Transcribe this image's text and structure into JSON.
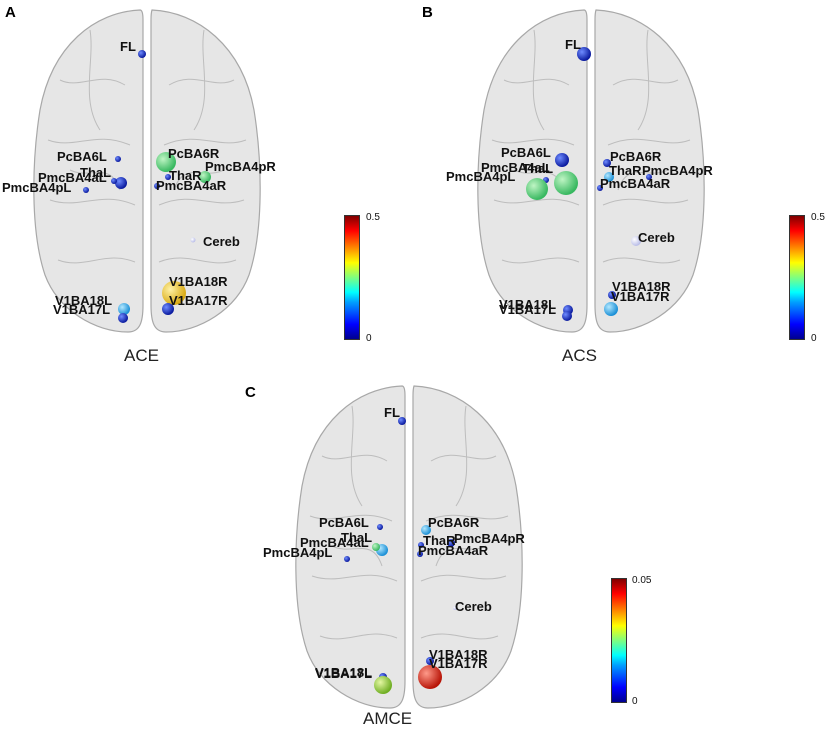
{
  "panels": {
    "A": {
      "letter": "A",
      "caption": "ACE",
      "colorbar": {
        "max": "0.5",
        "min": "0"
      },
      "labels": {
        "fl": "FL",
        "pcba6l": "PcBA6L",
        "pcba6r": "PcBA6R",
        "thal": "ThaL",
        "thar": "ThaR",
        "pmcba4al": "PmcBA4aL",
        "pmcba4pl": "PmcBA4pL",
        "pmcba4pr": "PmcBA4pR",
        "pmcba4ar": "PmcBA4aR",
        "cereb": "Cereb",
        "v1ba18r": "V1BA18R",
        "v1ba17r": "V1BA17R",
        "v1ba18l": "V1BA18L",
        "v1ba17l": "V1BA17L"
      }
    },
    "B": {
      "letter": "B",
      "caption": "ACS",
      "colorbar": {
        "max": "0.5",
        "min": "0"
      },
      "labels": {
        "fl": "FL",
        "pcba6l": "PcBA6L",
        "pcba6r": "PcBA6R",
        "thal": "ThaL",
        "thar": "ThaR",
        "pmcba4al": "PmcBA4aL",
        "pmcba4pl": "PmcBA4pL",
        "pmcba4pr": "PmcBA4pR",
        "pmcba4ar": "PmcBA4aR",
        "cereb": "Cereb",
        "v1ba18r": "V1BA18R",
        "v1ba17r": "V1BA17R",
        "v1ba18l": "V1BA18L",
        "v1ba17l": "V1BA17L"
      }
    },
    "C": {
      "letter": "C",
      "caption": "AMCE",
      "colorbar": {
        "max": "0.05",
        "min": "0"
      },
      "labels": {
        "fl": "FL",
        "pcba6l": "PcBA6L",
        "pcba6r": "PcBA6R",
        "thal": "ThaL",
        "thar": "ThaR",
        "pmcba4al": "PmcBA4aL",
        "pmcba4pl": "PmcBA4pL",
        "pmcba4pr": "PmcBA4pR",
        "pmcba4ar": "PmcBA4aR",
        "cereb": "Cereb",
        "v1ba18r": "V1BA18R",
        "v1ba17r": "V1BA17R",
        "v1ba18l": "V1BA18L",
        "v1ba17l": "V1BA17L"
      }
    }
  },
  "colors": {
    "brain_fill": "#e4e4e4",
    "brain_stroke": "#a9a9a9",
    "node_dark_blue": "#1c2fb8",
    "node_green": "#5fdc7a",
    "node_yellow": "#f2cc33",
    "node_red": "#e02a1c",
    "node_cyan": "#3fb8f0",
    "node_lime": "#a2d84a"
  }
}
